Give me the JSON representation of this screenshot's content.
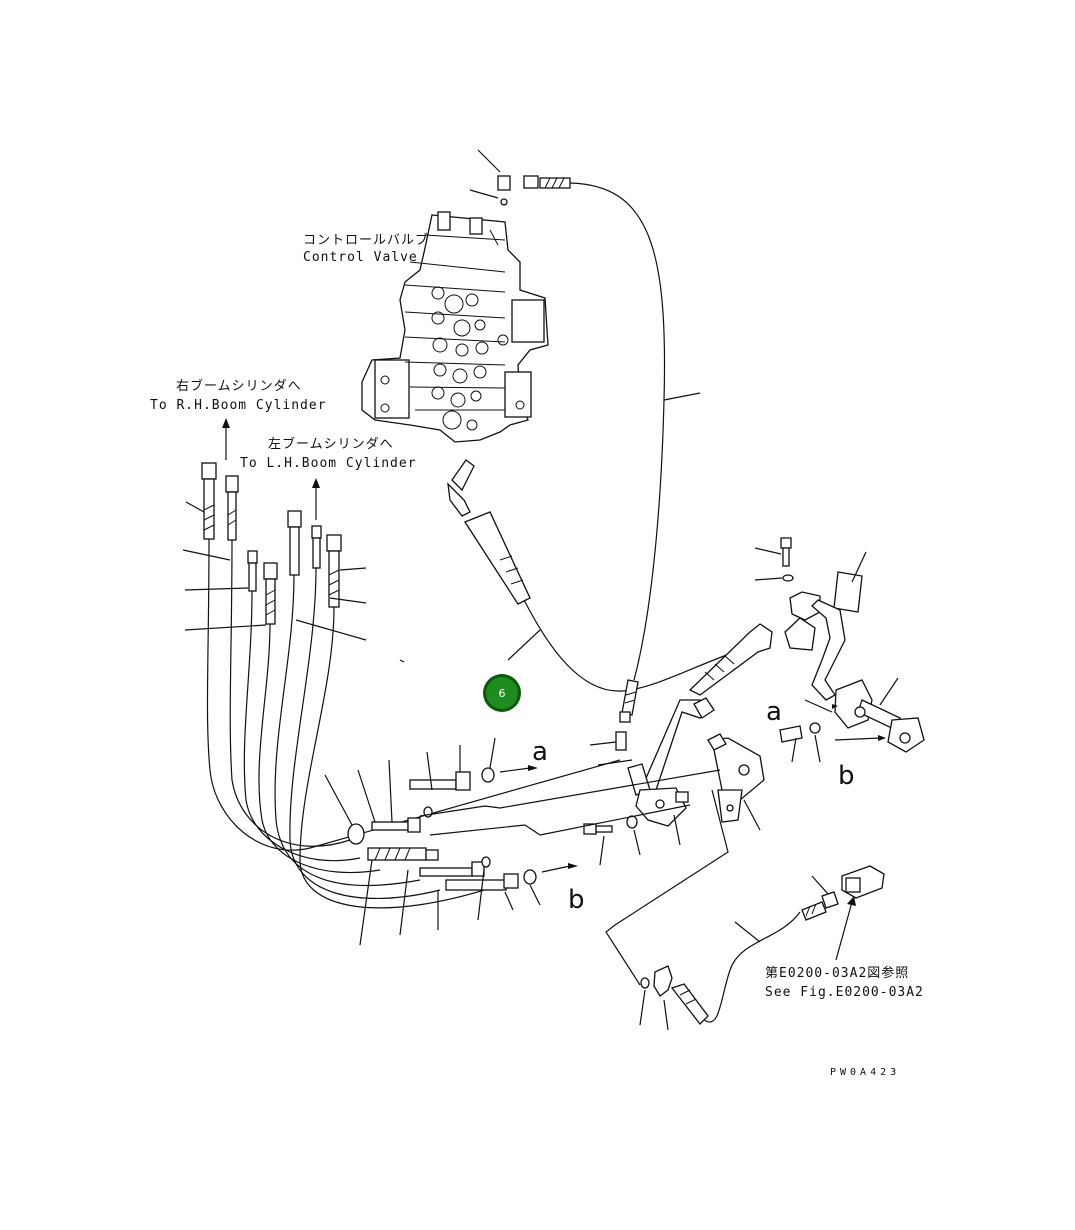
{
  "labels": {
    "control_valve_jp": "コントロールバルブ",
    "control_valve_en": "Control Valve",
    "rh_boom_jp": "右ブームシリンダへ",
    "rh_boom_en": "To R.H.Boom Cylinder",
    "lh_boom_jp": "左ブームシリンダへ",
    "lh_boom_en": "To L.H.Boom Cylinder",
    "see_fig_jp": "第E0200-03A2図参照",
    "see_fig_en": "See Fig.E0200-03A2",
    "drawing_code": "PW0A423"
  },
  "markers": {
    "a_upper": "a",
    "a_lower": "a",
    "b_upper": "b",
    "b_lower": "b"
  },
  "callout": {
    "number": "6",
    "color": "#1e8c1e"
  }
}
